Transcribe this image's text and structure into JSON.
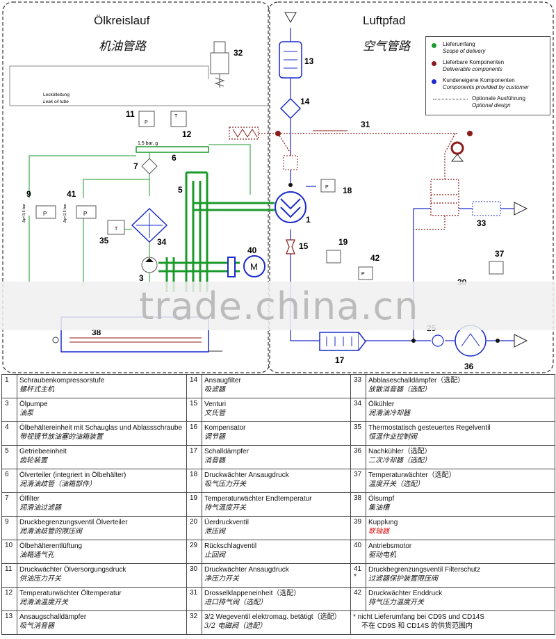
{
  "headers": {
    "left_de": "Ölkreislauf",
    "left_cn": "机油管路",
    "right_de": "Luftpfad",
    "right_cn": "空气管路"
  },
  "legend": {
    "items": [
      {
        "de": "Lieferumfang",
        "en": "Scope of delivery",
        "color": "#1a9a2a"
      },
      {
        "de": "Lieferbare Komponenten",
        "en": "Deliverable components",
        "color": "#8b1a1a"
      },
      {
        "de": "Kundeneigene Komponenten",
        "en": "Components provided by customer",
        "color": "#1a2acc"
      }
    ],
    "optional_de": "Optionale Ausführung",
    "optional_en": "Optional design"
  },
  "diagram_labels": {
    "leak_de": "Leckölleitung",
    "leak_en": "Leak oil tube",
    "pressure": "1,5 bar, g",
    "n1": "1",
    "n3": "3",
    "n5": "5",
    "n6": "6",
    "n7": "7",
    "n9": "9",
    "n11": "11",
    "n12": "12",
    "n13": "13",
    "n14": "14",
    "n15": "15",
    "n17": "17",
    "n18": "18",
    "n19": "19",
    "n25": "25",
    "n30": "30",
    "n31": "31",
    "n32": "32",
    "n33": "33",
    "n34": "34",
    "n35": "35",
    "n36": "36",
    "n37": "37",
    "n38": "38",
    "n40": "40",
    "n41": "41",
    "n42": "42",
    "dp9": "Δp=3,5 bar",
    "dp41": "Δp=2,5 bar",
    "motor": "M",
    "valve_p": "P",
    "valve_t": "T"
  },
  "watermark": "trade.china.cn",
  "parts_table": {
    "rows": [
      [
        {
          "num": "1",
          "de": "Schraubenkompressorstufe",
          "cn": "螺杆式主机"
        },
        {
          "num": "14",
          "de": "Ansaugfilter",
          "cn": "吸滤器"
        },
        {
          "num": "33",
          "de": "Abblaseschalldämpfer（选配）",
          "cn": "放散消音器（选配）"
        }
      ],
      [
        {
          "num": "3",
          "de": "Ölpumpe",
          "cn": "油泵"
        },
        {
          "num": "15",
          "de": "Venturi",
          "cn": "文氏管"
        },
        {
          "num": "34",
          "de": "Ölkühler",
          "cn": "润滑油冷却器"
        }
      ],
      [
        {
          "num": "4",
          "de": "Ölbehältereinheit mit Schauglas und Ablassschraube",
          "cn": "带视镜节放油塞的油箱装置"
        },
        {
          "num": "16",
          "de": "Kompensator",
          "cn": "调节器"
        },
        {
          "num": "35",
          "de": "Thermostatisch gesteuertes Regelventil",
          "cn": "恒温作业控制阀"
        }
      ],
      [
        {
          "num": "5",
          "de": "Getriebeeinheit",
          "cn": "齿轮装置"
        },
        {
          "num": "17",
          "de": "Schalldämpfer",
          "cn": "消音器"
        },
        {
          "num": "36",
          "de": "Nachkühler（选配）",
          "cn": "二次冷却器（选配）"
        }
      ],
      [
        {
          "num": "6",
          "de": "Ölverteiler (integriert in Ölbehälter)",
          "cn": "润滑油歧管（油箱部件）"
        },
        {
          "num": "18",
          "de": "Druckwächter Ansaugdruck",
          "cn": "吸气压力开关"
        },
        {
          "num": "37",
          "de": "Temperaturwächter（选配）",
          "cn": "温度开关（选配）"
        }
      ],
      [
        {
          "num": "7",
          "de": "Ölfilter",
          "cn": "润滑油过滤器"
        },
        {
          "num": "19",
          "de": "Temperaturwächter Endtemperatur",
          "cn": "排气温度开关"
        },
        {
          "num": "38",
          "de": "Ölsumpf",
          "cn": "集油槽"
        }
      ],
      [
        {
          "num": "9",
          "de": "Druckbegrenzungsventil Ölverteiler",
          "cn": "润滑油歧管的限压阀"
        },
        {
          "num": "20",
          "de": "Üerdruckventil",
          "cn": "泄压阀"
        },
        {
          "num": "39",
          "de": "Kupplung",
          "cn": "联轴器",
          "red": true
        }
      ],
      [
        {
          "num": "10",
          "de": "Ölbehälterentlüftung",
          "cn": "油箱通气孔"
        },
        {
          "num": "29",
          "de": "Rückschlagventil",
          "cn": "止回阀"
        },
        {
          "num": "40",
          "de": "Antriebsmotor",
          "cn": "驱动电机"
        }
      ],
      [
        {
          "num": "11",
          "de": "Druckwächter Ölversorgungsdruck",
          "cn": "供油压力开关"
        },
        {
          "num": "30",
          "de": "Druckwächter Ansaugdruck",
          "cn": "净压力开关"
        },
        {
          "num": "41\n*",
          "de": "Druckbegrenzungsventil Filterschutz",
          "cn": "过滤器保护装置限压阀"
        }
      ],
      [
        {
          "num": "12",
          "de": "Temperaturwächter Öltemperatur",
          "cn": "润滑油温度开关"
        },
        {
          "num": "31",
          "de": "Drosselklappeneinheit（选配）",
          "cn": "进口排气阀（选配）"
        },
        {
          "num": "42",
          "de": "Druckwächter Enddruck",
          "cn": "排气压力温度开关"
        }
      ],
      [
        {
          "num": "13",
          "de": "Ansaugschalldämpfer",
          "cn": "吸气消音器"
        },
        {
          "num": "32",
          "de": "3/2 Wegeventil elektromag. betätigt（选配）",
          "cn": "3/2 电磁阀（选配）"
        },
        {
          "note": true,
          "de": "* nicht Lieferumfang bei CD9S und CD14S",
          "cn": "不在 CD9S 和 CD14S 的供货范围内"
        }
      ]
    ]
  }
}
